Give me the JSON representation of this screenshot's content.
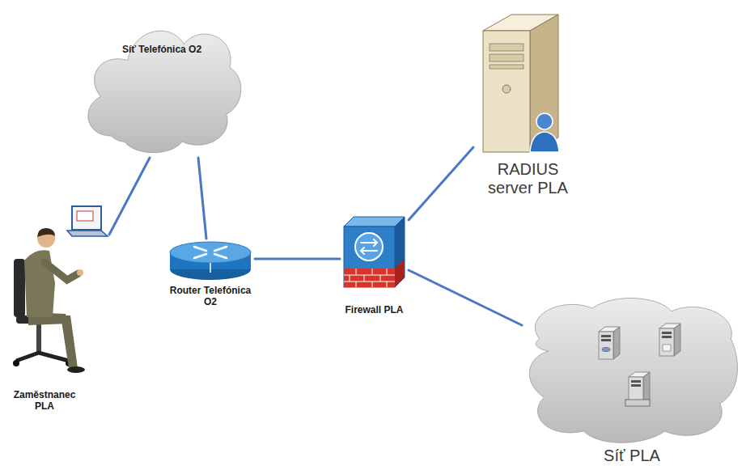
{
  "diagram": {
    "nodes": [
      {
        "text": [
          "Síť Telefónica O2"
        ]
      },
      {
        "text": [
          "RADIUS server PLA"
        ]
      },
      {
        "text": [
          "Zaměstnanec PLA"
        ]
      },
      {
        "text": [
          "Router Telefónica O2"
        ]
      },
      {
        "text": [
          "Firewall PLA"
        ]
      },
      {
        "text": [
          "Síť PLA"
        ]
      }
    ],
    "edges": [
      {
        "from": 2,
        "to": 0,
        "arrow": "none"
      },
      {
        "from": 0,
        "to": 3,
        "arrow": "none"
      },
      {
        "from": 3,
        "to": 4,
        "arrow": "none"
      },
      {
        "from": 4,
        "to": 1,
        "arrow": "none"
      },
      {
        "from": 4,
        "to": 5,
        "arrow": "none"
      }
    ]
  }
}
